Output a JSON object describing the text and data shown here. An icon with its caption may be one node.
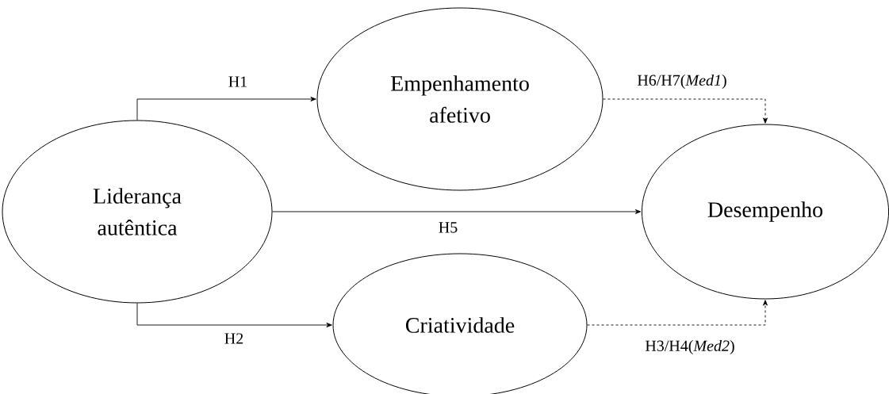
{
  "diagram": {
    "nodes": [
      {
        "text": [
          "Liderança autêntica"
        ]
      },
      {
        "text": [
          "Empenhamento afetivo"
        ]
      },
      {
        "text": [
          "Criatividade"
        ]
      },
      {
        "text": [
          "Desempenho"
        ]
      }
    ],
    "edges": [
      {
        "from": 0,
        "to": 1,
        "arrow": "to",
        "label": "H1"
      },
      {
        "from": 0,
        "to": 3,
        "arrow": "to",
        "label": "H5"
      },
      {
        "from": 0,
        "to": 2,
        "arrow": "to",
        "label": "H2"
      },
      {
        "from": 1,
        "to": 3,
        "arrow": "to",
        "label": "H6/H7(*Med1*)",
        "style": "dashed"
      },
      {
        "from": 2,
        "to": 3,
        "arrow": "to",
        "label": "H3/H4(*Med2*)",
        "style": "dashed"
      }
    ]
  }
}
